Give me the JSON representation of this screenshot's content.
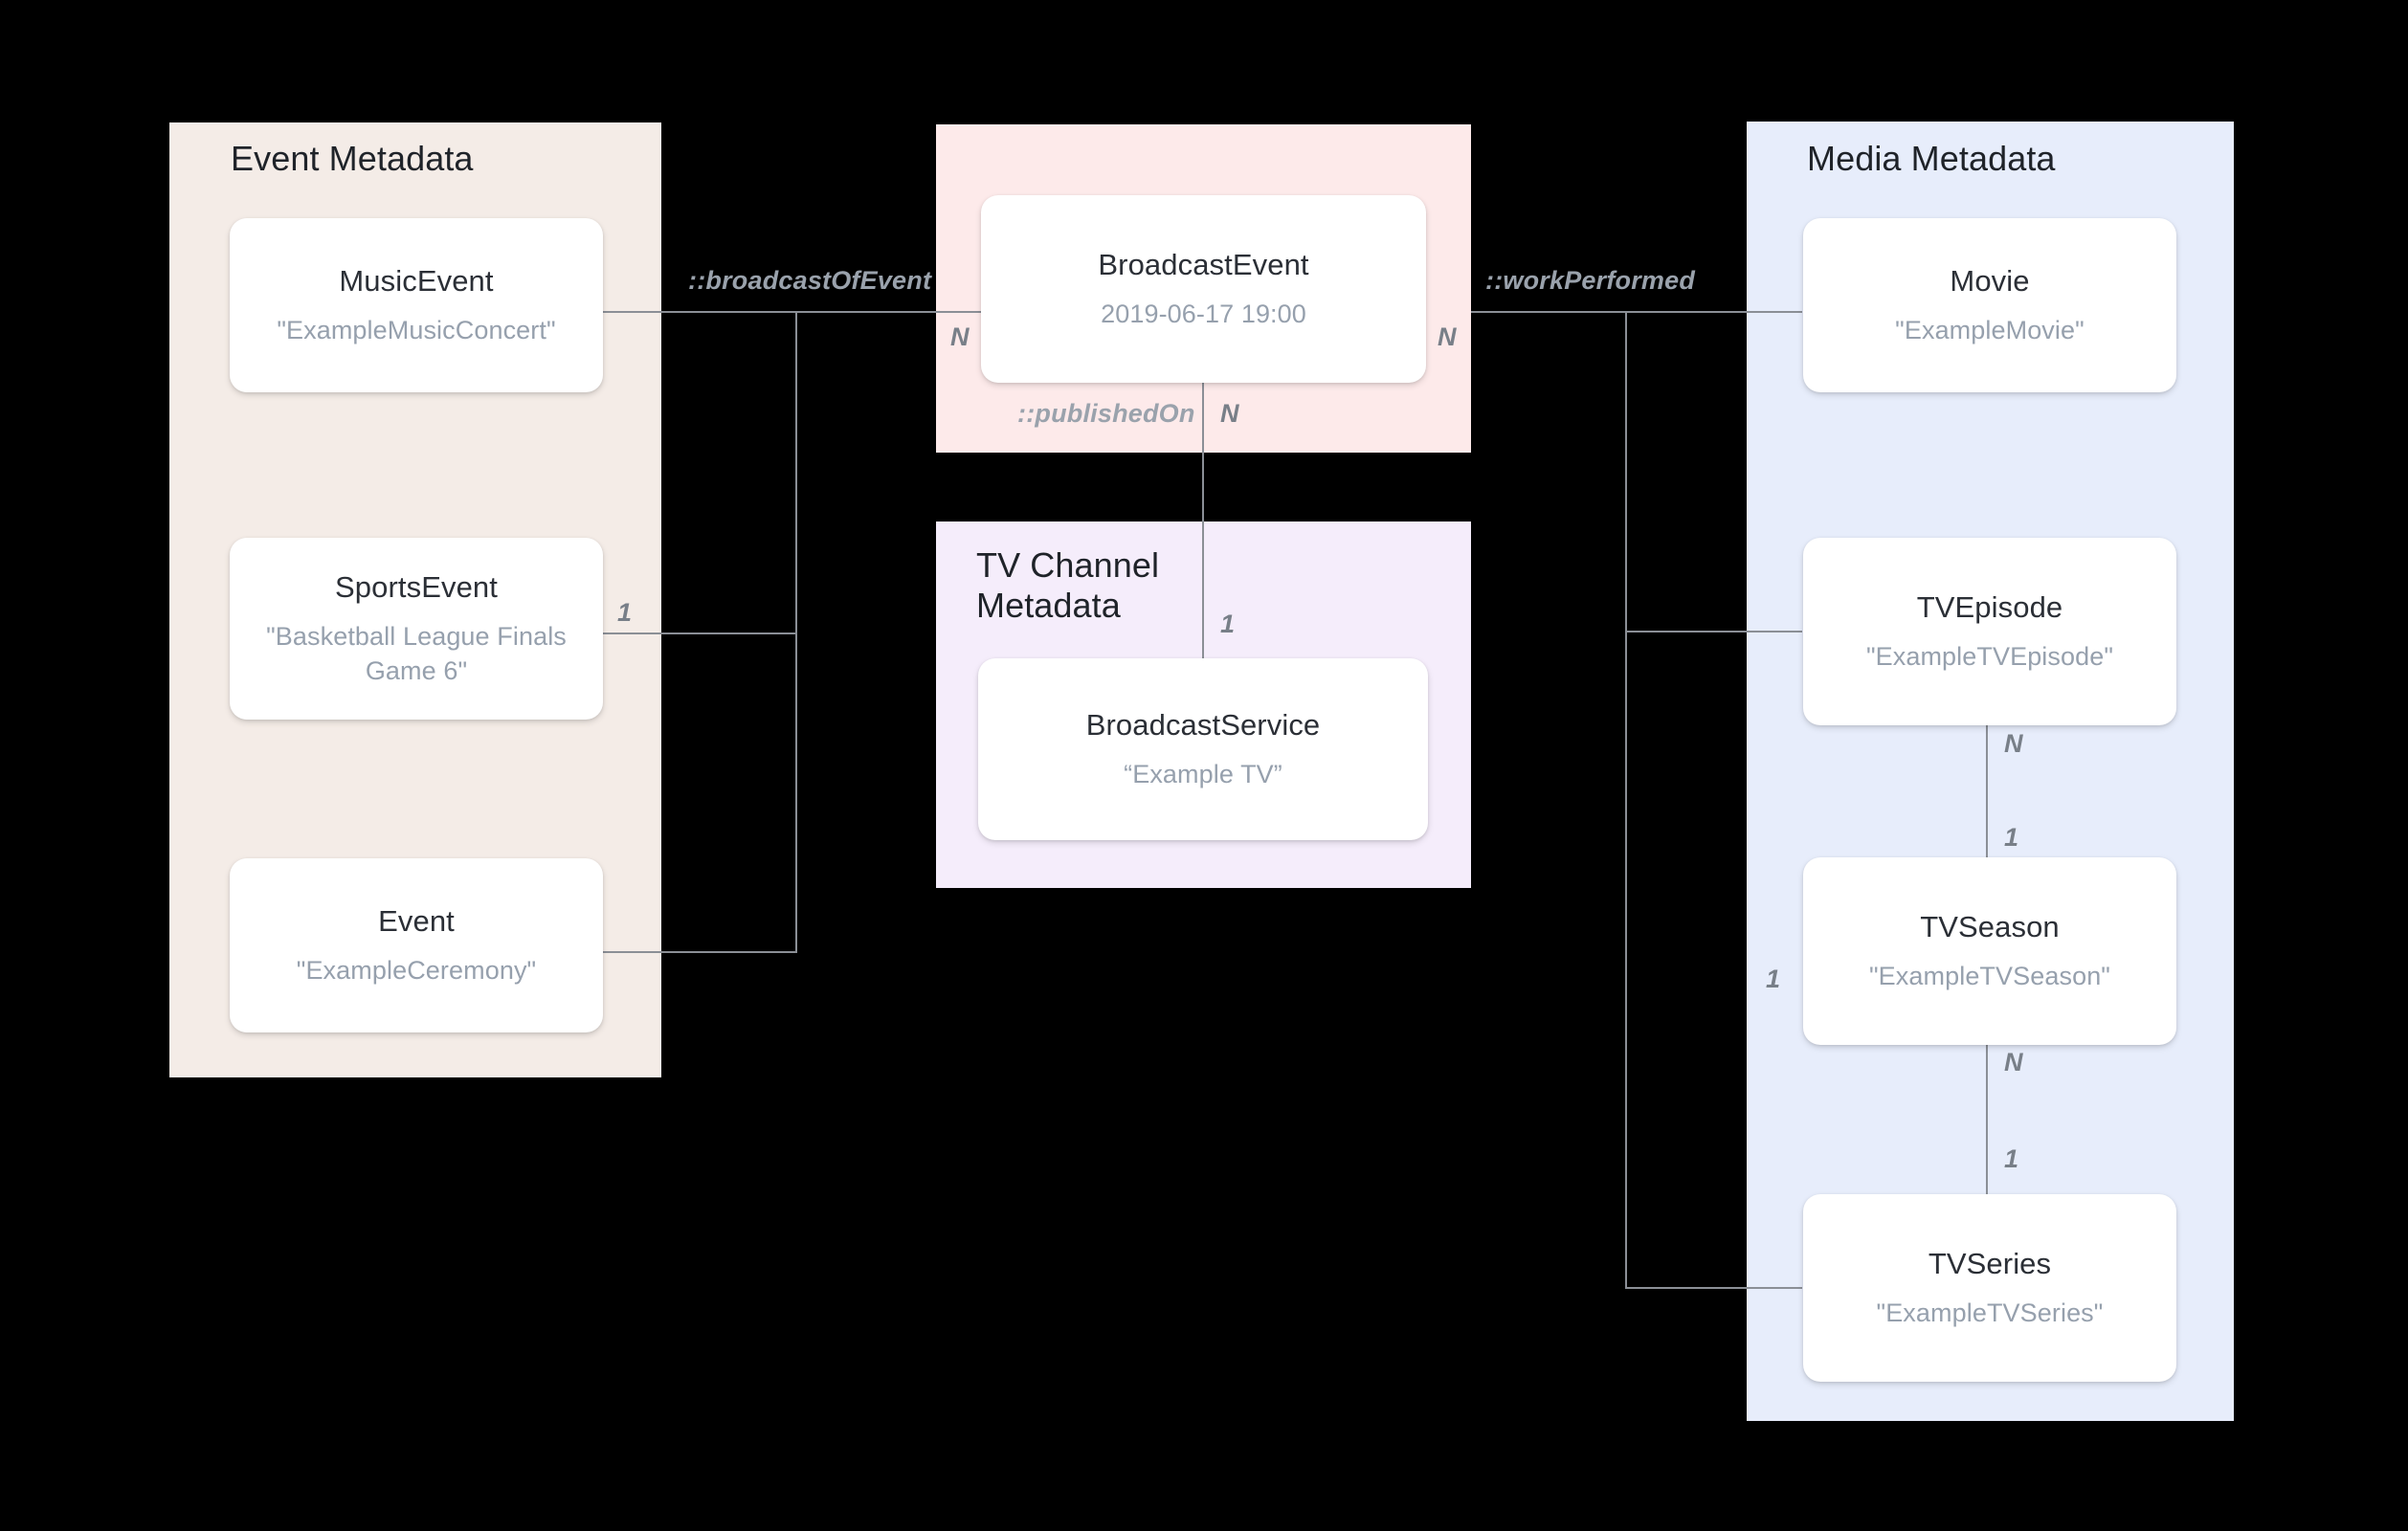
{
  "groups": {
    "event": {
      "title": "Event Metadata",
      "color": "#f4ece7"
    },
    "broadcast": {
      "title": "",
      "color": "#fdeaea"
    },
    "channel": {
      "title": "TV Channel\nMetadata",
      "color": "#f5edfb"
    },
    "media": {
      "title": "Media Metadata",
      "color": "#e7edfb"
    }
  },
  "nodes": {
    "music_event": {
      "title": "MusicEvent",
      "value": "\"ExampleMusicConcert\""
    },
    "sports_event": {
      "title": "SportsEvent",
      "value": "\"Basketball League Finals Game 6\""
    },
    "event": {
      "title": "Event",
      "value": "\"ExampleCeremony\""
    },
    "broadcast_event": {
      "title": "BroadcastEvent",
      "value": "2019-06-17 19:00"
    },
    "broadcast_service": {
      "title": "BroadcastService",
      "value": "“Example TV”"
    },
    "movie": {
      "title": "Movie",
      "value": "\"ExampleMovie\""
    },
    "tv_episode": {
      "title": "TVEpisode",
      "value": "\"ExampleTVEpisode\""
    },
    "tv_season": {
      "title": "TVSeason",
      "value": "\"ExampleTVSeason\""
    },
    "tv_series": {
      "title": "TVSeries",
      "value": "\"ExampleTVSeries\""
    }
  },
  "edge_labels": {
    "broadcast_of_event": "::broadcastOfEvent",
    "work_performed": "::workPerformed",
    "published_on": "::publishedOn"
  },
  "cardinalities": {
    "broadcast_event_left": "N",
    "broadcast_event_right": "N",
    "broadcast_event_bottom": "N",
    "sports_event_right": "1",
    "broadcast_service_top": "1",
    "tv_episode_bottom": "N",
    "tv_season_top": "1",
    "tv_season_left": "1",
    "tv_season_bottom": "N",
    "tv_series_top": "1"
  },
  "colors": {
    "line": "#8b8f96",
    "node_title": "#2b2f36",
    "node_value": "#96a0ad",
    "label": "#9aa2ac",
    "background": "#000000"
  }
}
